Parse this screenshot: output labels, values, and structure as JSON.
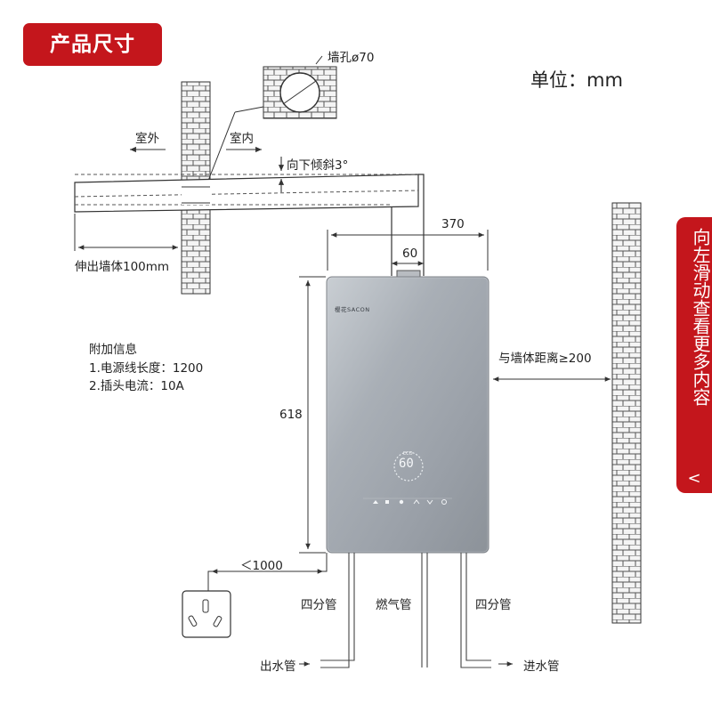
{
  "header": {
    "title": "产品尺寸",
    "unit": "单位：mm"
  },
  "side_tab": {
    "text": "向左滑动查看更多内容",
    "arrow": "<"
  },
  "diagram": {
    "wall_hole": "墙孔ø70",
    "outdoor": "室外",
    "indoor": "室内",
    "tilt": "向下倾斜3°",
    "protrude": "伸出墙体100mm",
    "width": "370",
    "pipe_offset": "60",
    "height": "618",
    "wall_distance": "与墙体距离≥200",
    "cable_distance": "＜1000",
    "pipe_left": "四分管",
    "pipe_gas": "燃气管",
    "pipe_right": "四分管",
    "water_out": "出水管",
    "water_in": "进水管",
    "brand": "樱花SACON",
    "display_value": "60",
    "display_label": "ECO"
  },
  "extra_info": {
    "title": "附加信息",
    "lines": [
      "1.电源线长度：1200",
      "2.插头电流：10A"
    ]
  },
  "colors": {
    "accent": "#c4161c",
    "panel": "#9ea4ab",
    "line": "#333333"
  }
}
